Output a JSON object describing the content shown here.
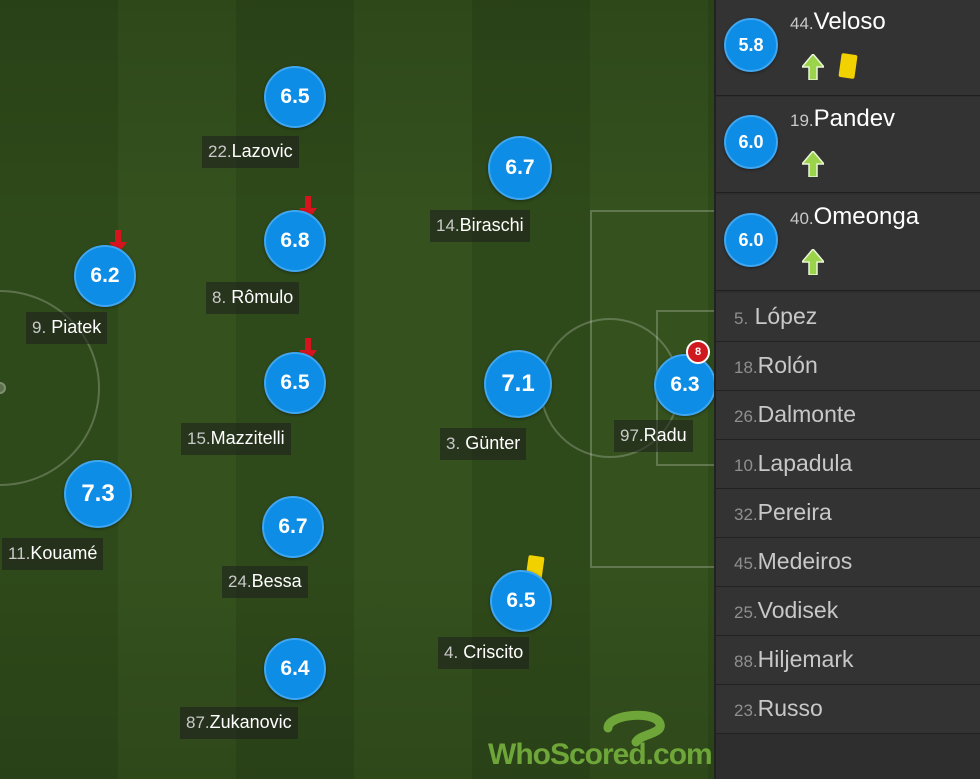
{
  "colors": {
    "rating_bg": "#0d8de6",
    "sub_in_arrow": "#9bd34a",
    "sub_out_arrow": "#d6141d",
    "yellow_card": "#f2d100",
    "red_badge": "#d0191f"
  },
  "pitch_players": [
    {
      "num": "22.",
      "name": "Lazovic",
      "rating": "6.5"
    },
    {
      "num": "8.",
      "name": "Rômulo",
      "rating": "6.8",
      "subbed_off": true
    },
    {
      "num": "15.",
      "name": "Mazzitelli",
      "rating": "6.5",
      "subbed_off": true
    },
    {
      "num": "24.",
      "name": "Bessa",
      "rating": "6.7"
    },
    {
      "num": "87.",
      "name": "Zukanovic",
      "rating": "6.4"
    },
    {
      "num": "9.",
      "name": "Piatek",
      "rating": "6.2",
      "subbed_off": true
    },
    {
      "num": "11.",
      "name": "Kouamé",
      "rating": "7.3"
    },
    {
      "num": "14.",
      "name": "Biraschi",
      "rating": "6.7"
    },
    {
      "num": "3.",
      "name": "Günter",
      "rating": "7.1"
    },
    {
      "num": "4.",
      "name": "Criscito",
      "rating": "6.5",
      "yellow_card": true
    },
    {
      "num": "97.",
      "name": "Radu",
      "rating": "6.3",
      "badge": "8"
    }
  ],
  "substitutes_in": [
    {
      "num": "44.",
      "name": "Veloso",
      "rating": "5.8",
      "yellow_card": true
    },
    {
      "num": "19.",
      "name": "Pandev",
      "rating": "6.0"
    },
    {
      "num": "40.",
      "name": "Omeonga",
      "rating": "6.0"
    }
  ],
  "bench": [
    {
      "num": "5.",
      "name": "López"
    },
    {
      "num": "18.",
      "name": "Rolón"
    },
    {
      "num": "26.",
      "name": "Dalmonte"
    },
    {
      "num": "10.",
      "name": "Lapadula"
    },
    {
      "num": "32.",
      "name": "Pereira"
    },
    {
      "num": "45.",
      "name": "Medeiros"
    },
    {
      "num": "25.",
      "name": "Vodisek"
    },
    {
      "num": "88.",
      "name": "Hiljemark"
    },
    {
      "num": "23.",
      "name": "Russo"
    }
  ],
  "logo": {
    "text": "WhoScored.com"
  }
}
